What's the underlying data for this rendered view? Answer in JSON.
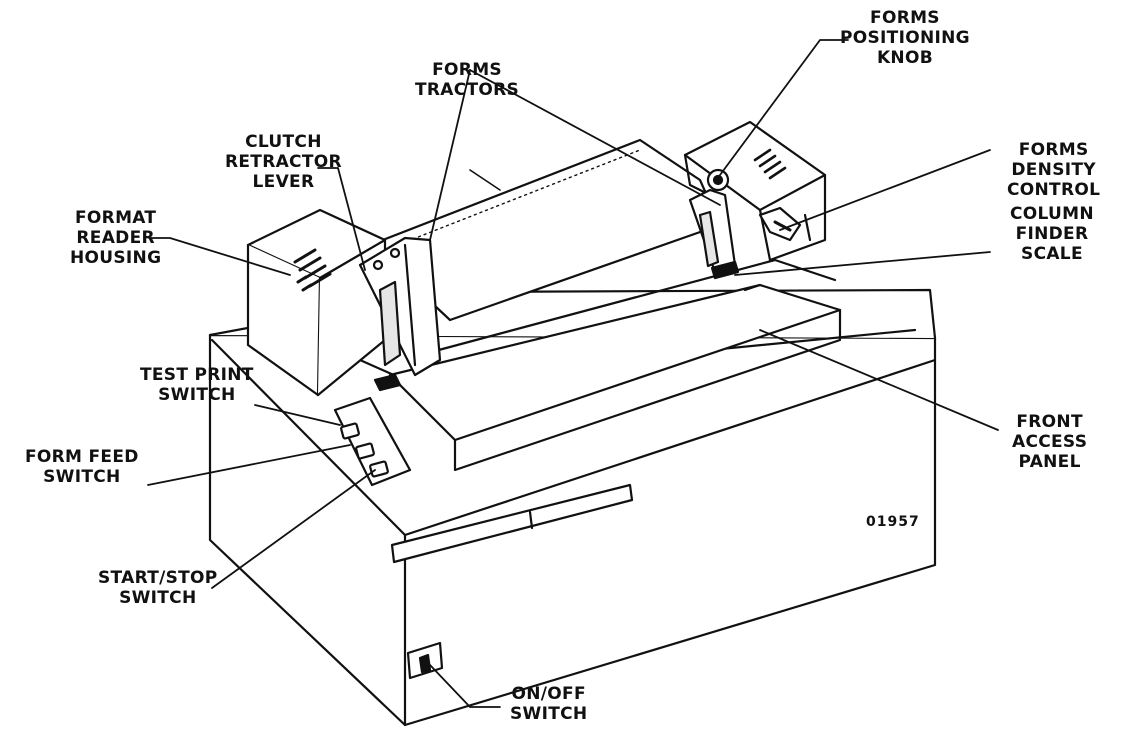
{
  "labels": {
    "forms_positioning_knob": "FORMS\nPOSITIONING\nKNOB",
    "forms_tractors": "FORMS\nTRACTORS",
    "clutch_retractor_lever": "CLUTCH\nRETRACTOR\nLEVER",
    "forms_density_control": "FORMS\nDENSITY\nCONTROL",
    "format_reader_housing": "FORMAT\nREADER\nHOUSING",
    "column_finder_scale": "COLUMN\nFINDER\nSCALE",
    "test_print_switch": "TEST PRINT\nSWITCH",
    "form_feed_switch": "FORM FEED\nSWITCH",
    "start_stop_switch": "START/STOP\nSWITCH",
    "front_access_panel": "FRONT\nACCESS\nPANEL",
    "on_off_switch": "ON/OFF\nSWITCH"
  },
  "figure_number": "01957",
  "colors": {
    "ink": "#111111",
    "paper": "#ffffff",
    "shade": "#e6e6e6"
  }
}
